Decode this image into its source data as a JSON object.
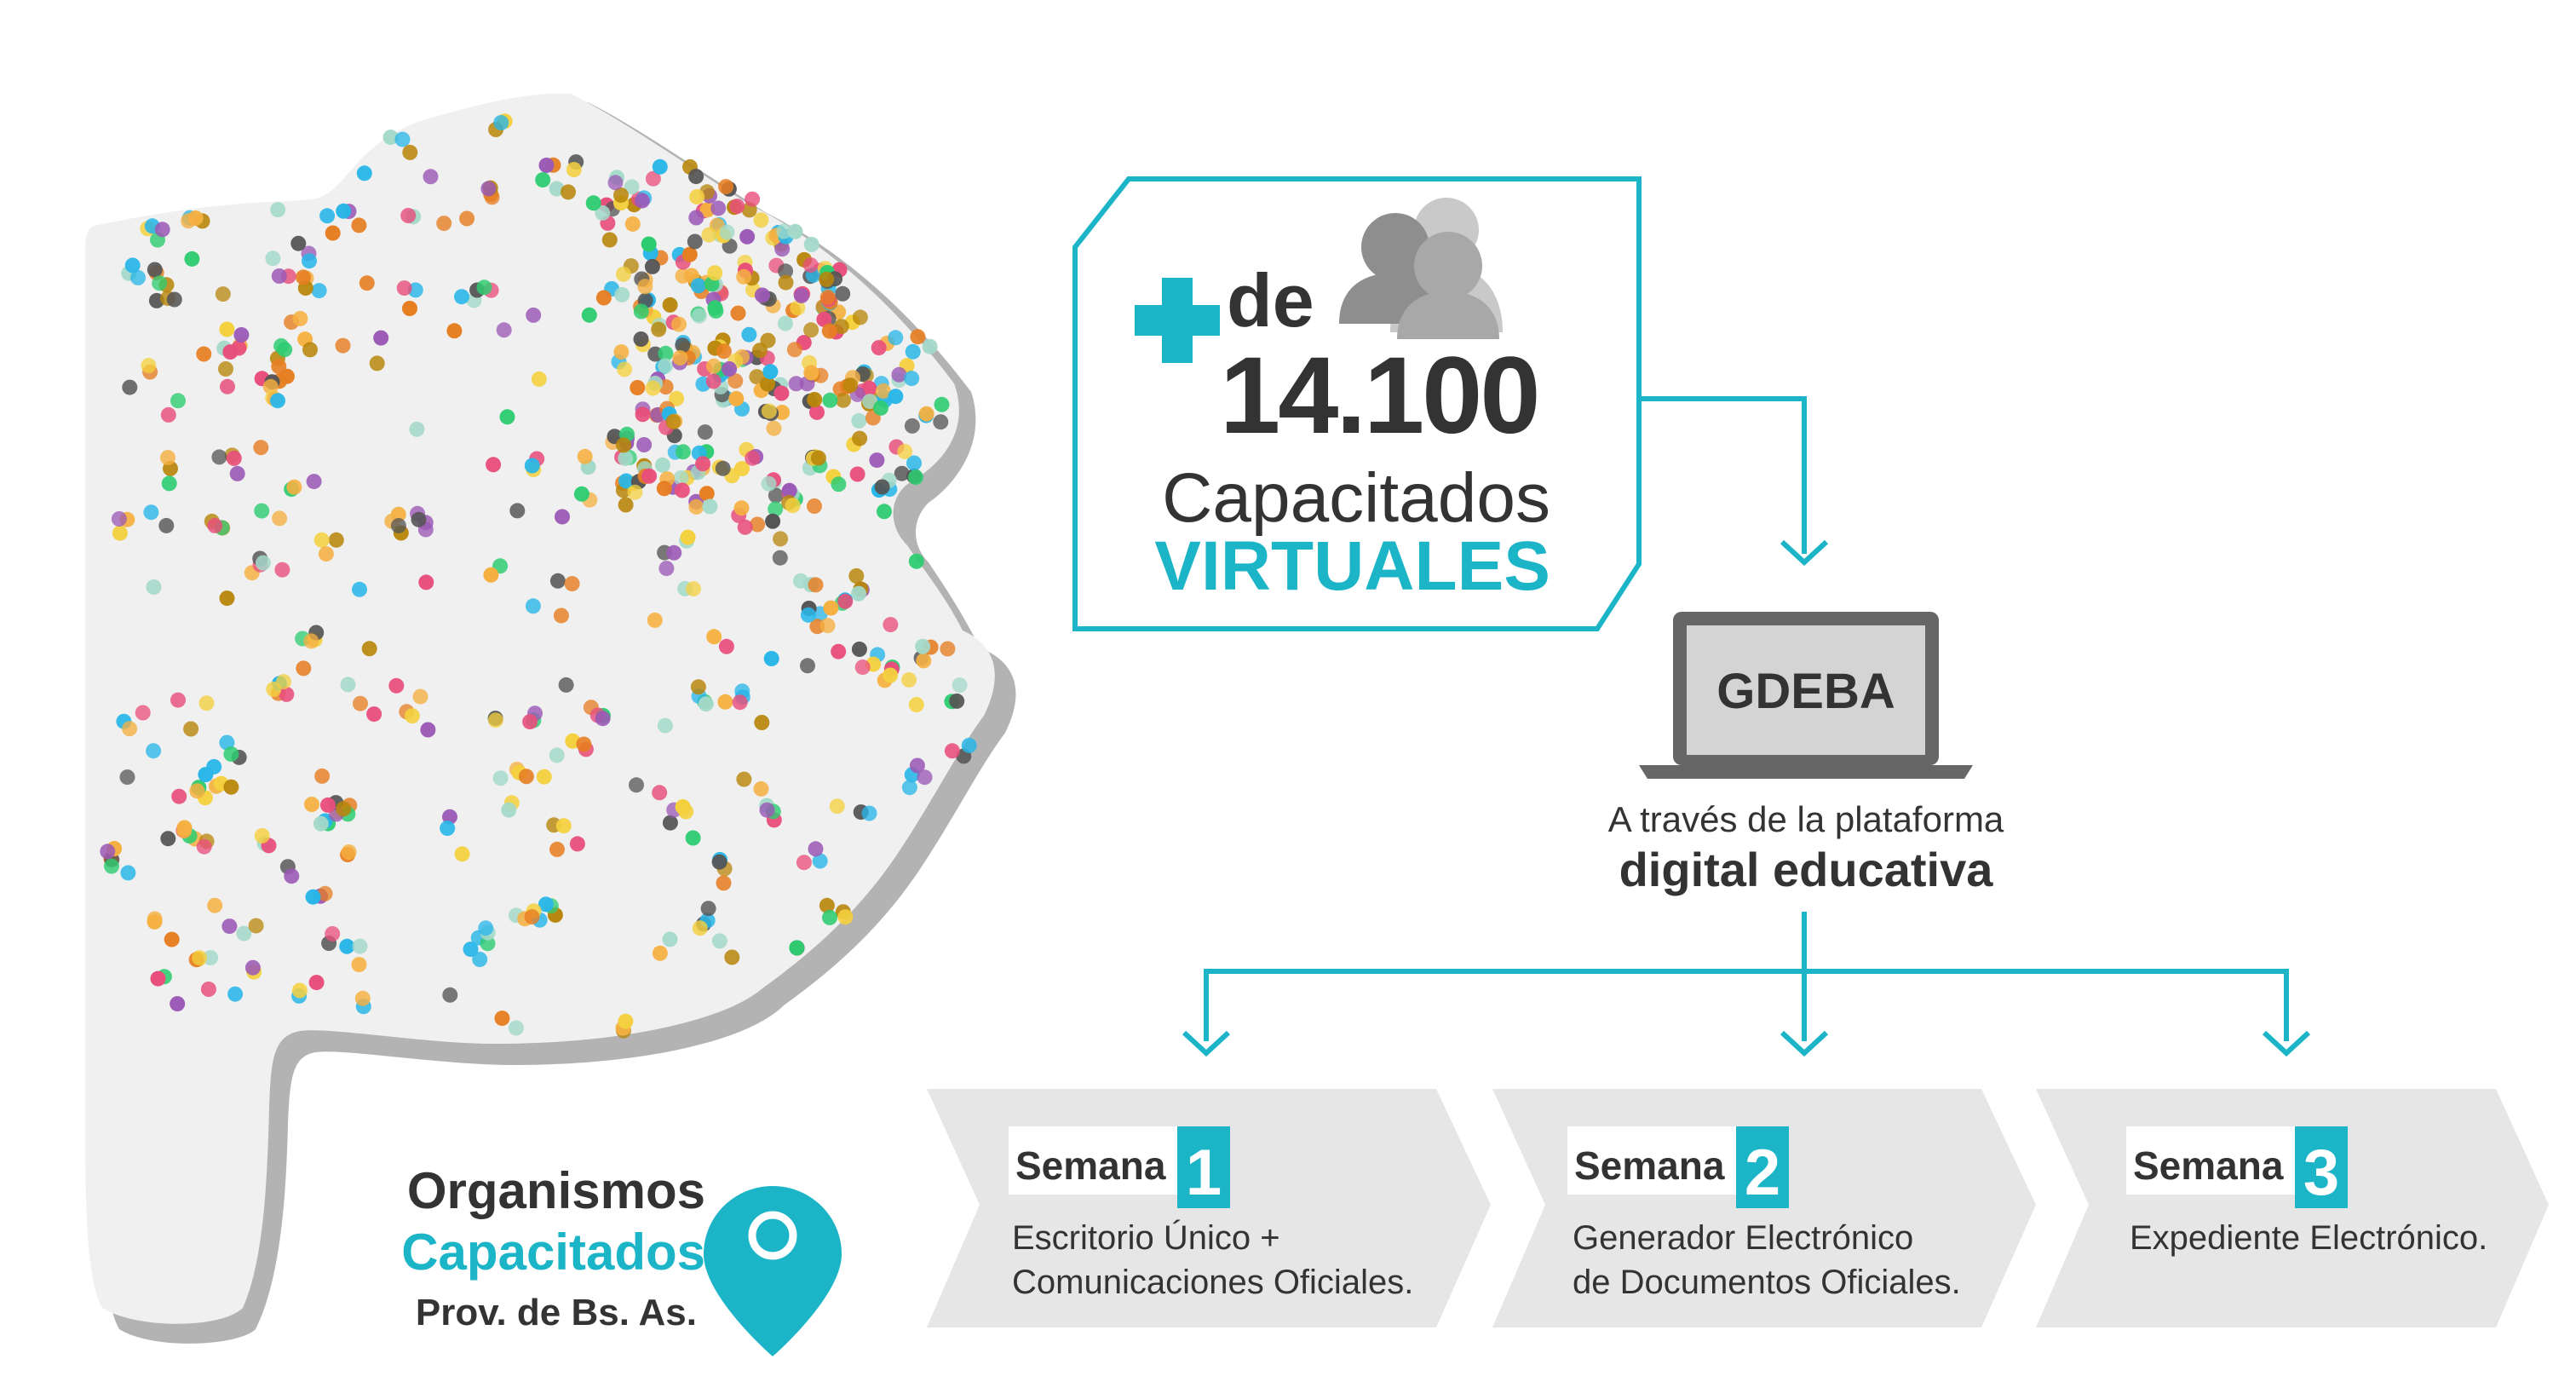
{
  "stat": {
    "plus_symbol": "+",
    "prefix": "de",
    "number": "14.100",
    "label": "Capacitados",
    "highlight": "VIRTUALES",
    "people_icon": "people-icon"
  },
  "platform": {
    "name": "GDEBA",
    "caption_line1": "A través de la plataforma",
    "caption_line2": "digital educativa",
    "icon": "laptop-icon"
  },
  "map": {
    "title_line1": "Organismos",
    "title_line2": "Capacitados",
    "title_line3": "Prov. de Bs. As.",
    "icon": "location-pin-icon"
  },
  "weeks": [
    {
      "label": "Semana",
      "number": "1",
      "line1": "Escritorio Único +",
      "line2": "Comunicaciones Oficiales."
    },
    {
      "label": "Semana",
      "number": "2",
      "line1": "Generador Electrónico",
      "line2": "de Documentos Oficiales."
    },
    {
      "label": "Semana",
      "number": "3",
      "line1": "Expediente Electrónico.",
      "line2": ""
    }
  ],
  "colors": {
    "accent": "#1cb5c8",
    "dark_text": "#333333",
    "map_fill": "#f0f0f0",
    "map_shadow": "#b3b3b3",
    "chevron_fill": "#e6e6e6",
    "icon_gray": "#8e8e8e",
    "dot_palette": [
      "#29b6e8",
      "#e84f7c",
      "#f5b041",
      "#9b59b6",
      "#2ecc71",
      "#555555",
      "#f4d03f",
      "#e67e22",
      "#a3d9c9",
      "#b8860b"
    ]
  }
}
